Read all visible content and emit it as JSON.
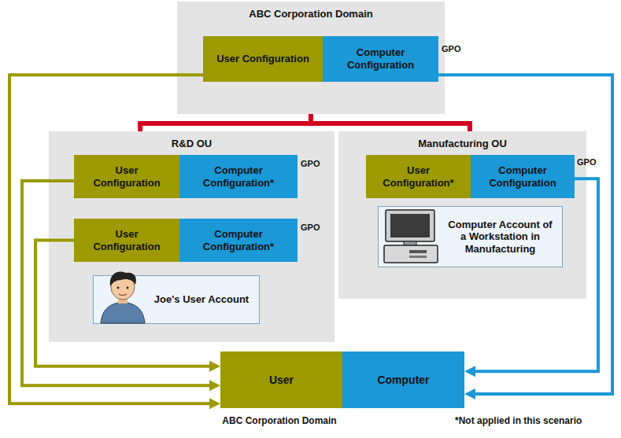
{
  "diagram": {
    "nodes": [
      {
        "text": [
          "ABC Corporation Domain"
        ]
      },
      {
        "text": [
          "User Configuration"
        ],
        "in": 0
      },
      {
        "text": [
          "Computer Configuration"
        ],
        "in": 0
      },
      {
        "text": [
          "R&D OU"
        ]
      },
      {
        "text": [
          "User Configuration"
        ],
        "in": 3
      },
      {
        "text": [
          "Computer Configuration*"
        ],
        "in": 3
      },
      {
        "text": [
          "User Configuration"
        ],
        "in": 3
      },
      {
        "text": [
          "Computer Configuration*"
        ],
        "in": 3
      },
      {
        "text": [
          "Joe's User Account"
        ],
        "in": 3
      },
      {
        "text": [
          "Manufacturing OU"
        ]
      },
      {
        "text": [
          "User Configuration*"
        ],
        "in": 9
      },
      {
        "text": [
          "Computer Configuration"
        ],
        "in": 9
      },
      {
        "text": [
          "Computer Account of a Workstation in Manufacturing"
        ],
        "in": 9
      },
      {
        "text": [
          "User"
        ]
      },
      {
        "text": [
          "Computer"
        ]
      }
    ],
    "edges": [
      {
        "from": 0,
        "to": 3,
        "arrow": "none"
      },
      {
        "from": 0,
        "to": 9,
        "arrow": "none"
      },
      {
        "from": 1,
        "to": 13,
        "arrow": "to"
      },
      {
        "from": 2,
        "to": 14,
        "arrow": "to"
      },
      {
        "from": 4,
        "to": 13,
        "arrow": "to"
      },
      {
        "from": 6,
        "to": 13,
        "arrow": "to"
      },
      {
        "from": 11,
        "to": 14,
        "arrow": "to"
      }
    ],
    "labels": [
      "GPO",
      "GPO",
      "GPO",
      "GPO",
      "ABC Corporation Domain",
      "*Not applied in this scenario"
    ]
  }
}
